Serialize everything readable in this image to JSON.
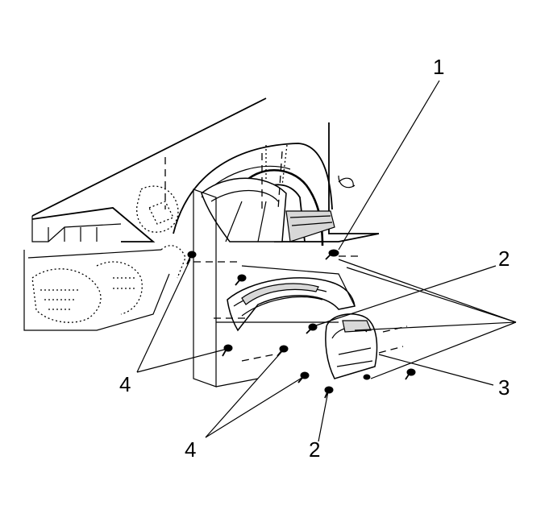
{
  "callouts": {
    "c1": "1",
    "c2a": "2",
    "c2b": "2",
    "c3": "3",
    "c4a": "4",
    "c4b": "4"
  }
}
